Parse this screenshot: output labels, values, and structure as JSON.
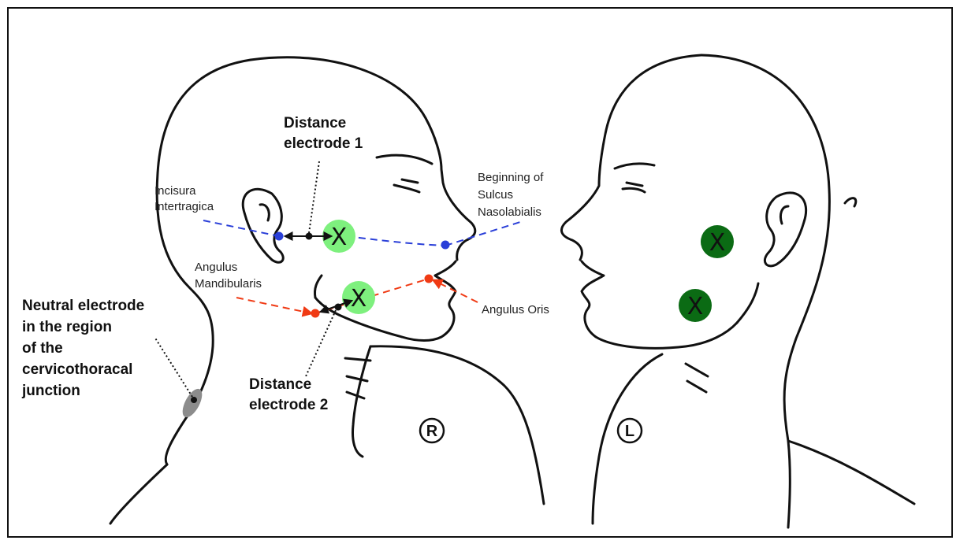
{
  "labels": {
    "incisura": [
      "Incisura",
      "Intertragica"
    ],
    "distance1": [
      "Distance",
      "electrode 1"
    ],
    "sulcus": [
      "Beginning of",
      "Sulcus",
      "Nasolabialis"
    ],
    "angulus_mand": [
      "Angulus",
      "Mandibularis"
    ],
    "angulus_oris": "Angulus Oris",
    "neutral": [
      "Neutral electrode",
      "in the region",
      "of the",
      "cervicothoracal",
      "junction"
    ],
    "distance2": [
      "Distance",
      "electrode 2"
    ],
    "side_right": "R",
    "side_left": "L"
  },
  "markers": {
    "electrode_symbol": "X"
  },
  "colors": {
    "electrode_light": "#7ef07e",
    "electrode_dark": "#0b6b14",
    "blue_line": "#2a3fd8",
    "red_line": "#f03a14",
    "neutral_patch": "#8c8c8c"
  }
}
